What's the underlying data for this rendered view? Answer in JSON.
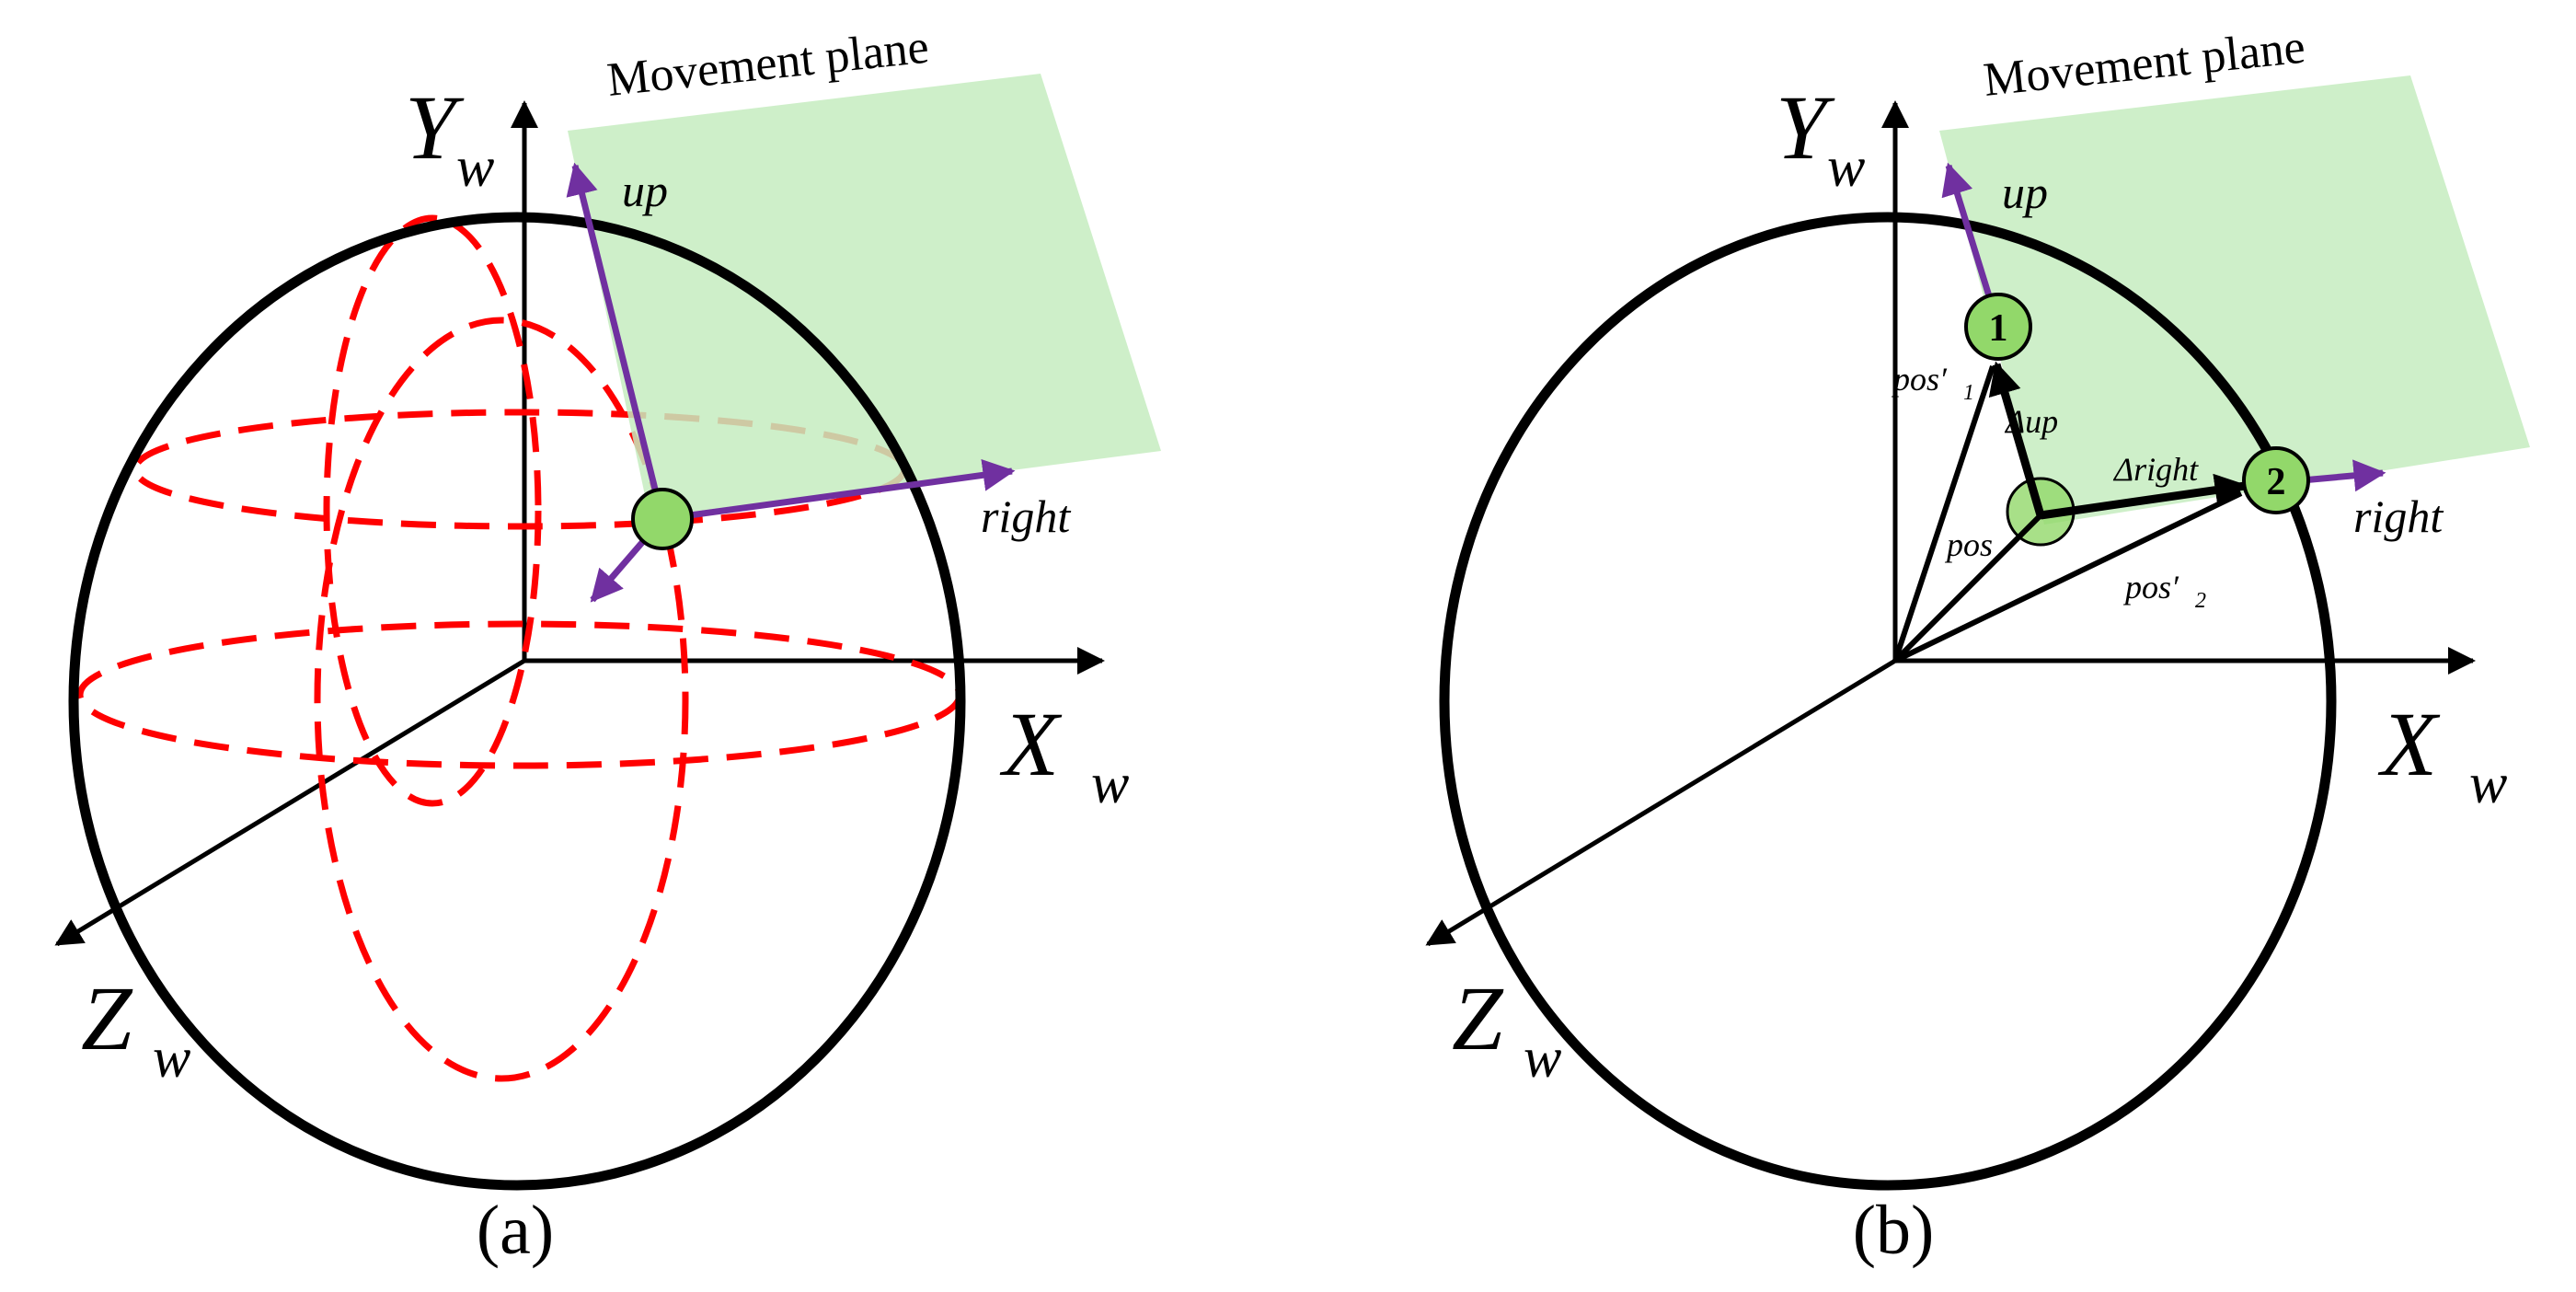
{
  "panel_a": {
    "axis_y": "Y",
    "axis_y_sub": "w",
    "axis_x": "X",
    "axis_x_sub": "w",
    "axis_z": "Z",
    "axis_z_sub": "w",
    "plane_title": "Movement plane",
    "up_label": "up",
    "right_label": "right",
    "caption": "(a)"
  },
  "panel_b": {
    "axis_y": "Y",
    "axis_y_sub": "w",
    "axis_x": "X",
    "axis_x_sub": "w",
    "axis_z": "Z",
    "axis_z_sub": "w",
    "plane_title": "Movement plane",
    "up_label": "up",
    "right_label": "right",
    "node1": "1",
    "node2": "2",
    "pos1_label": "pos′",
    "pos1_sub": "1",
    "pos2_label": "pos′",
    "pos2_sub": "2",
    "pos_label": "pos",
    "delta_up": "Δup",
    "delta_right": "Δright",
    "caption": "(b)"
  },
  "colors": {
    "sphere": "#000000",
    "dashed": "#ff0000",
    "plane_fill": "#c6ecc0",
    "vector": "#7030a0",
    "node_fill": "#92d86a"
  }
}
